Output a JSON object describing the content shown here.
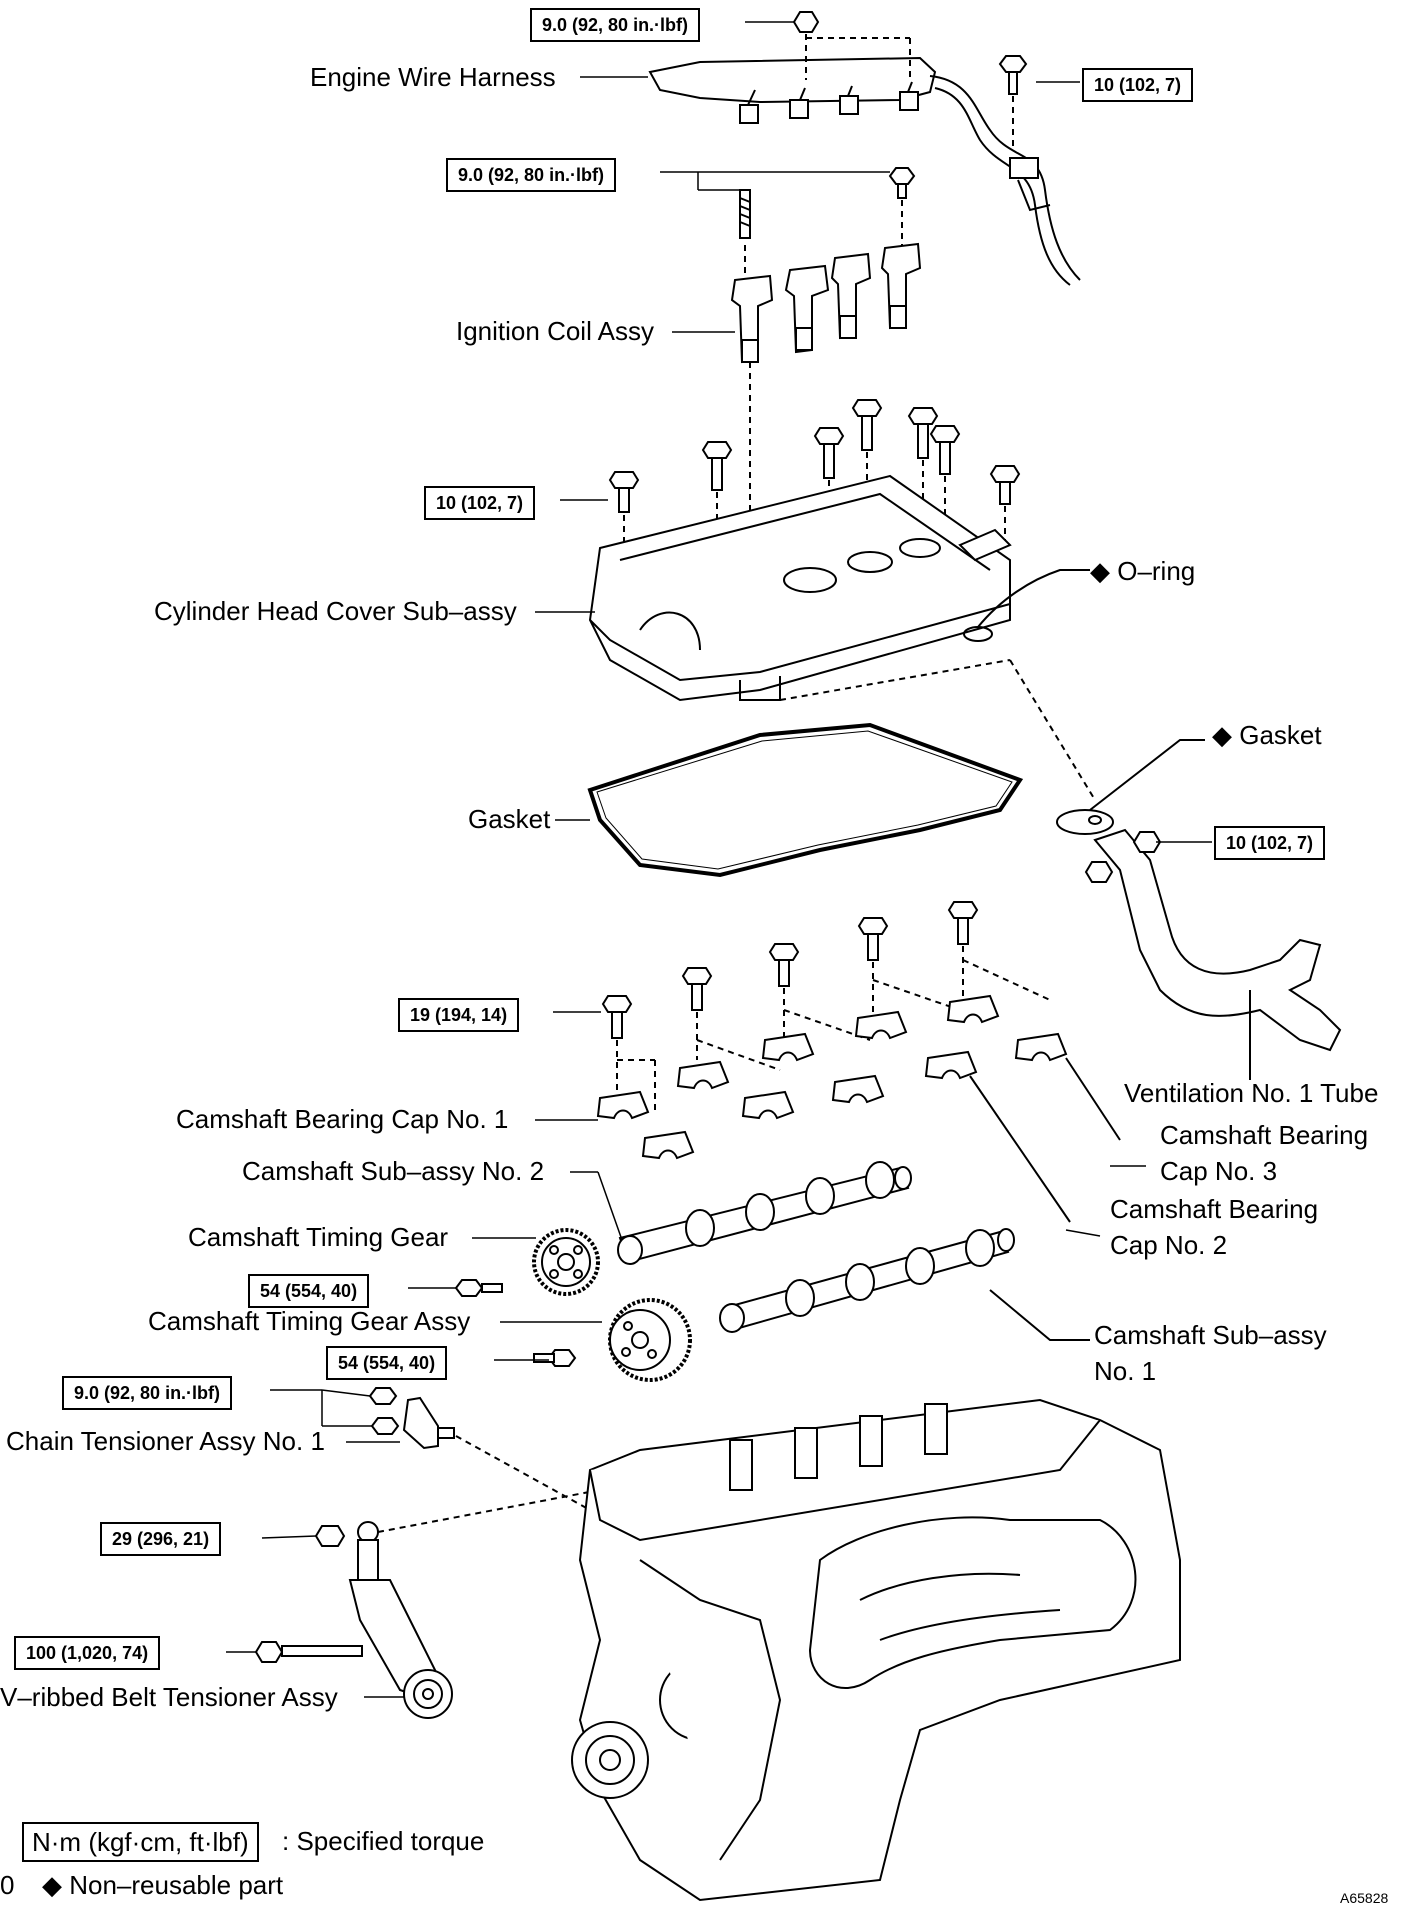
{
  "torques": {
    "t1": "9.0 (92, 80 in.·lbf)",
    "t2": "10 (102, 7)",
    "t3": "9.0 (92, 80 in.·lbf)",
    "t4": "10 (102, 7)",
    "t5": "10 (102, 7)",
    "t6": "19 (194, 14)",
    "t7": "54 (554, 40)",
    "t8": "54 (554, 40)",
    "t9": "9.0 (92, 80 in.·lbf)",
    "t10": "29 (296, 21)",
    "t11": "100 (1,020, 74)"
  },
  "labels": {
    "engine_wire_harness": "Engine Wire Harness",
    "ignition_coil": "Ignition Coil Assy",
    "cylinder_head_cover": "Cylinder Head Cover Sub–assy",
    "o_ring": "◆ O–ring",
    "gasket_pcv": "◆ Gasket",
    "gasket": "Gasket",
    "ventilation_tube": "Ventilation No. 1 Tube",
    "bearing_cap_1": "Camshaft Bearing Cap No. 1",
    "bearing_cap_3_l1": "Camshaft Bearing",
    "bearing_cap_3_l2": "Cap No. 3",
    "camshaft_2": "Camshaft Sub–assy No. 2",
    "bearing_cap_2_l1": "Camshaft Bearing",
    "bearing_cap_2_l2": "Cap No. 2",
    "timing_gear": "Camshaft Timing Gear",
    "timing_gear_assy": "Camshaft Timing Gear Assy",
    "camshaft_1_l1": "Camshaft Sub–assy",
    "camshaft_1_l2": "No. 1",
    "chain_tensioner": "Chain Tensioner Assy No. 1",
    "belt_tensioner": "V–ribbed Belt Tensioner Assy"
  },
  "legend": {
    "torque_unit": "N·m (kgf·cm, ft·lbf)",
    "torque_text": ": Specified torque",
    "nonreusable_prefix": "0",
    "nonreusable": "◆ Non–reusable part"
  },
  "figure_code": "A65828"
}
